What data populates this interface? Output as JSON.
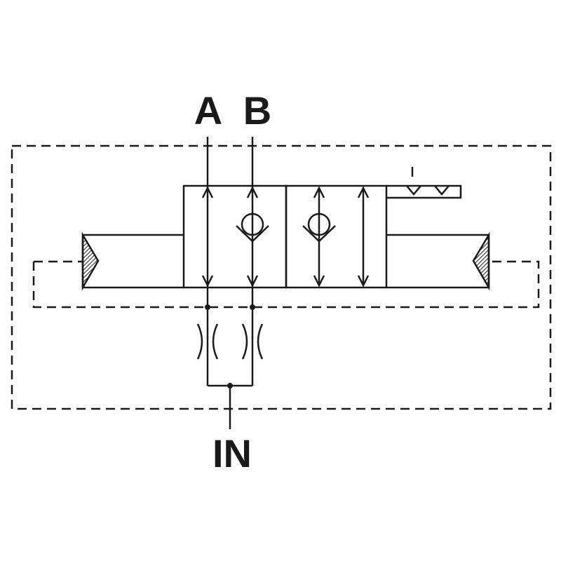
{
  "ports": {
    "a": "A",
    "b": "B",
    "inlet": "IN"
  },
  "colors": {
    "line": "#1a1a1a",
    "background": "#ffffff"
  },
  "icons": {
    "actuator_left": "hatched-wedge-icon",
    "actuator_right": "hatched-wedge-icon",
    "detent": "detent-notch-icon",
    "check_valve": "check-valve-icon",
    "restrictor": "restrictor-icon"
  }
}
